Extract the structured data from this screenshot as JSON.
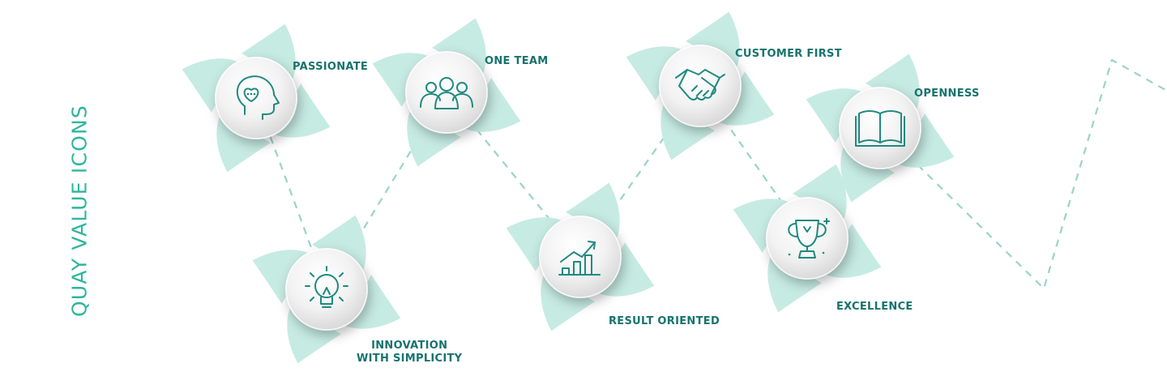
{
  "title": "QUAY VALUE ICONS",
  "colors": {
    "accent": "#2fb59c",
    "label": "#16736d",
    "petal": "#c6ebe3",
    "dash": "#9bd3c7",
    "icon": "#1f8a80"
  },
  "values": [
    {
      "id": "passionate",
      "label_lines": [
        "PASSIONATE"
      ],
      "icon": "head-heart-icon"
    },
    {
      "id": "innovation",
      "label_lines": [
        "INNOVATION",
        "WITH SIMPLICITY"
      ],
      "icon": "lightbulb-icon"
    },
    {
      "id": "one-team",
      "label_lines": [
        "ONE TEAM"
      ],
      "icon": "team-icon"
    },
    {
      "id": "result-oriented",
      "label_lines": [
        "RESULT ORIENTED"
      ],
      "icon": "growth-chart-icon"
    },
    {
      "id": "customer-first",
      "label_lines": [
        "CUSTOMER FIRST"
      ],
      "icon": "handshake-icon"
    },
    {
      "id": "excellence",
      "label_lines": [
        "EXCELLENCE"
      ],
      "icon": "trophy-icon"
    },
    {
      "id": "openness",
      "label_lines": [
        "OPENNESS"
      ],
      "icon": "open-book-icon"
    }
  ]
}
